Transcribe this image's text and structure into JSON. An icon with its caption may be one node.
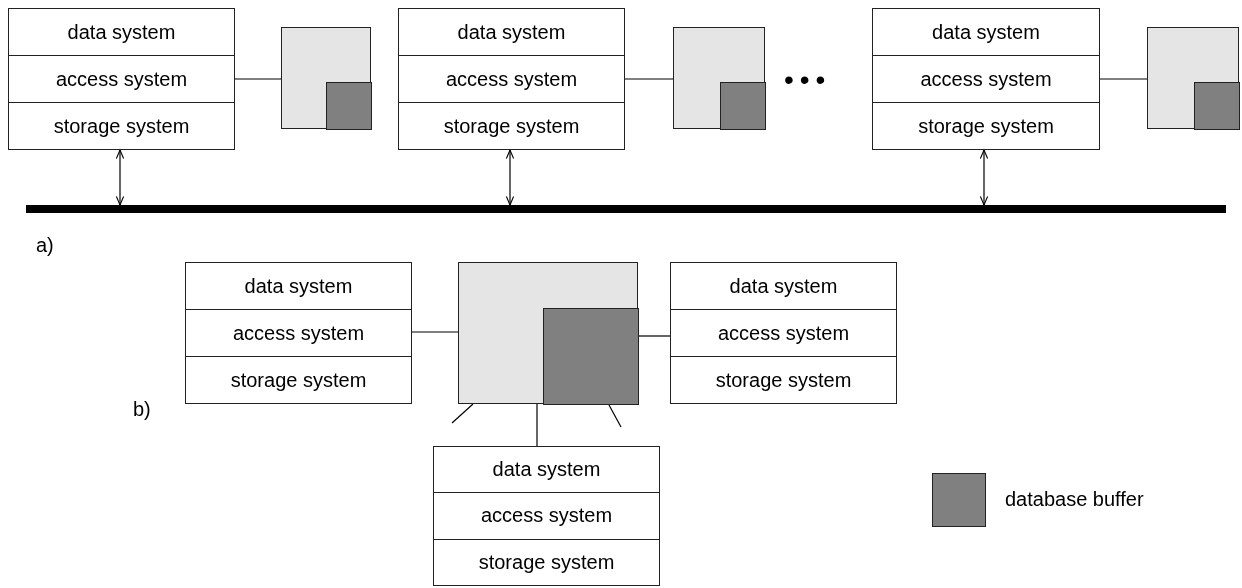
{
  "diagram": {
    "nodes": [
      {
        "text": [
          "data system",
          "access system",
          "storage system"
        ]
      },
      {
        "text": [],
        "shape": "box"
      },
      {
        "text": [],
        "shape": "box",
        "in": 1
      },
      {
        "text": [
          "data system",
          "access system",
          "storage system"
        ]
      },
      {
        "text": [],
        "shape": "box"
      },
      {
        "text": [],
        "shape": "box",
        "in": 4
      },
      {
        "text": [
          "data system",
          "access system",
          "storage system"
        ]
      },
      {
        "text": [],
        "shape": "box"
      },
      {
        "text": [],
        "shape": "box",
        "in": 7
      },
      {
        "text": [],
        "shape": "bar"
      },
      {
        "text": [
          "data system",
          "access system",
          "storage system"
        ]
      },
      {
        "text": [],
        "shape": "box"
      },
      {
        "text": [],
        "shape": "box",
        "in": 11
      },
      {
        "text": [
          "data system",
          "access system",
          "storage system"
        ]
      },
      {
        "text": [
          "data system",
          "access system",
          "storage system"
        ]
      }
    ],
    "edges": [
      {
        "from": 0,
        "to": 1,
        "arrow": "none"
      },
      {
        "from": 3,
        "to": 4,
        "arrow": "none"
      },
      {
        "from": 6,
        "to": 7,
        "arrow": "none"
      },
      {
        "from": 0,
        "to": 9,
        "arrow": "both"
      },
      {
        "from": 3,
        "to": 9,
        "arrow": "both"
      },
      {
        "from": 6,
        "to": 9,
        "arrow": "both"
      },
      {
        "from": 10,
        "to": 11,
        "arrow": "none"
      },
      {
        "from": 12,
        "to": 13,
        "arrow": "none"
      },
      {
        "from": 11,
        "to": 14,
        "arrow": "none"
      },
      {
        "from": 11,
        "to": null,
        "arrow": "none"
      },
      {
        "from": 12,
        "to": null,
        "arrow": "none"
      }
    ],
    "labels": [
      "•••",
      "a)",
      "b)"
    ],
    "legend": [
      {
        "text": "database buffer",
        "color": "#808080"
      }
    ]
  }
}
